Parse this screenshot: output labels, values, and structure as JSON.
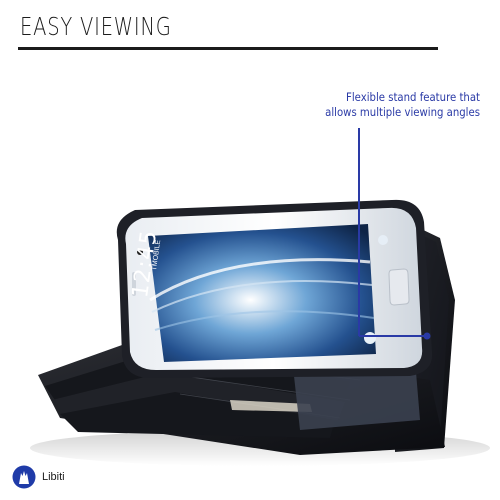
{
  "header": {
    "title": "EASY VIEWING"
  },
  "callout": {
    "line1": "Flexible stand feature that",
    "line2": "allows multiple viewing angles",
    "accent_color": "#2a3aa6"
  },
  "phone_screen": {
    "time": "12:45",
    "carrier_label": "TMOBILE"
  },
  "brand": {
    "name": "Libiti",
    "color": "#1f3ba8",
    "icon": "libiti-logo-icon"
  }
}
